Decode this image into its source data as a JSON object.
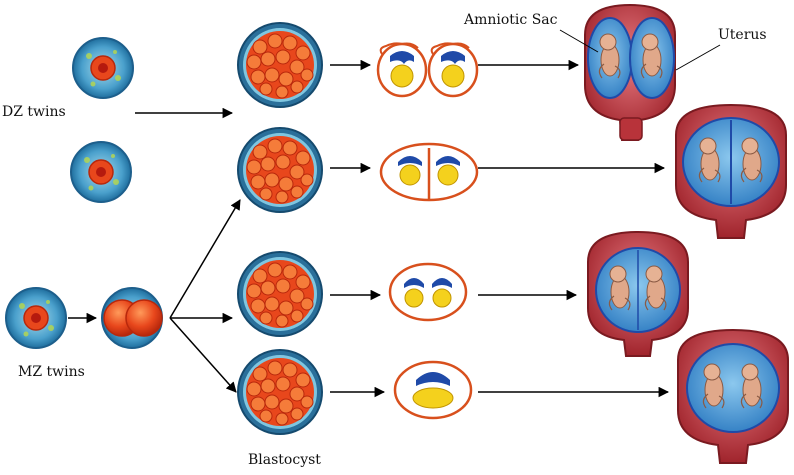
{
  "labels": {
    "amniotic_sac": "Amniotic Sac",
    "uterus": "Uterus",
    "dz_twins": "DZ twins",
    "mz_twins": "MZ twins",
    "blastocyst": "Blastocyst"
  },
  "colors": {
    "zona_outer": "#2f7fae",
    "zona_inner": "#7fc6e0",
    "zona_spots": "#b9d84a",
    "cell_orange": "#e8471c",
    "cell_light": "#f57c3a",
    "nucleus": "#b51a0e",
    "yolk": "#f4d11d",
    "amnion_blue": "#1f4aa8",
    "chorion_orange": "#d8501d",
    "uterus_wall": "#b8333a",
    "uterus_light": "#e0646c",
    "amniotic_fluid": "#3d8fd0",
    "fetus_skin": "#e0a88a",
    "arrow": "#000000"
  }
}
